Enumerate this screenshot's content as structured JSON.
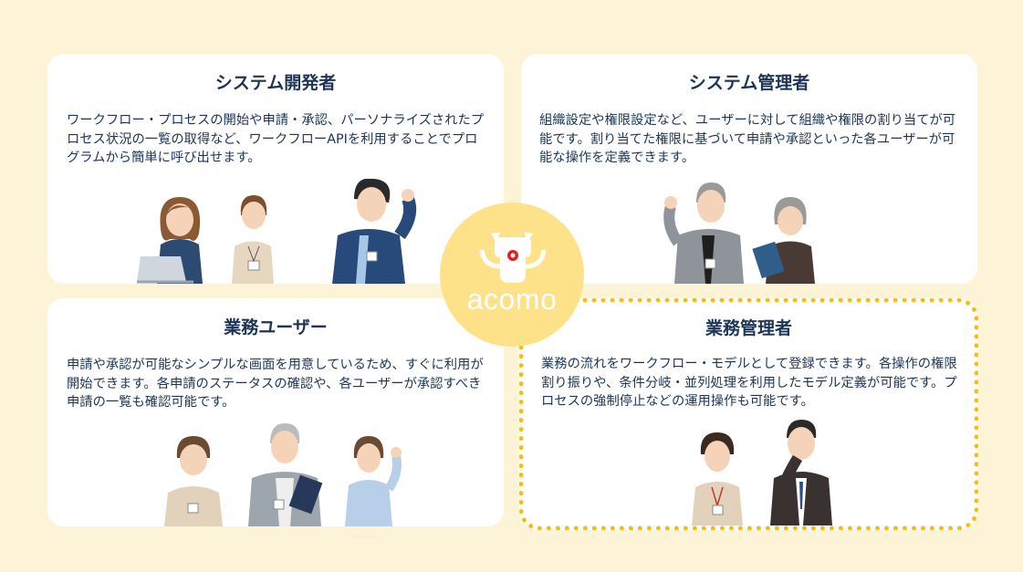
{
  "cards": {
    "developer": {
      "title": "システム開発者",
      "description": "ワークフロー・プロセスの開始や申請・承認、パーソナライズされたプロセス状況の一覧の取得など、ワークフローAPIを利用することでプログラムから簡単に呼び出せます。"
    },
    "system_admin": {
      "title": "システム管理者",
      "description": "組織設定や権限設定など、ユーザーに対して組織や権限の割り当てが可能です。割り当てた権限に基づいて申請や承認といった各ユーザーが可能な操作を定義できます。"
    },
    "business_user": {
      "title": "業務ユーザー",
      "description": "申請や承認が可能なシンプルな画面を用意しているため、すぐに利用が開始できます。各申請のステータスの確認や、各ユーザーが承認すべき申請の一覧も確認可能です。"
    },
    "business_admin": {
      "title": "業務管理者",
      "description": "業務の流れをワークフロー・モデルとして登録できます。各操作の権限割り振りや、条件分岐・並列処理を利用したモデル定義が可能です。プロセスの強制停止などの運用操作も可能です。"
    }
  },
  "logo": {
    "text": "acomo",
    "icon": "robot-gear-icon"
  },
  "colors": {
    "background": "#fdf3d7",
    "card": "#ffffff",
    "heading": "#1c3557",
    "logo_circle": "#fde28a",
    "highlight_border": "#f5bd12"
  }
}
